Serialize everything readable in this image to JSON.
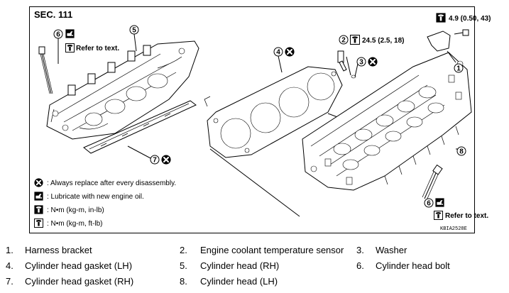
{
  "diagram": {
    "section": "SEC. 111",
    "code": "KBIA2528E",
    "torque_bracket": "4.9 (0.50, 43)",
    "torque_sensor": "24.5 (2.5, 18)",
    "refer_text_top": "Refer to text.",
    "refer_text_bottom": "Refer to text.",
    "callouts": [
      "1",
      "2",
      "3",
      "4",
      "5",
      "6",
      "7",
      "8",
      "6"
    ]
  },
  "legend": [
    {
      "icon": "replace-x-icon",
      "text": ": Always replace after every disassembly."
    },
    {
      "icon": "oil-can-icon",
      "text": ": Lubricate with new engine oil."
    },
    {
      "icon": "torque-wrench-inlb-icon",
      "text": ": N•m (kg-m, in-lb)"
    },
    {
      "icon": "torque-wrench-ftlb-icon",
      "text": ": N•m (kg-m, ft-lb)"
    }
  ],
  "parts": [
    {
      "num": "1.",
      "name": "Harness bracket"
    },
    {
      "num": "2.",
      "name": "Engine coolant temperature sensor"
    },
    {
      "num": "3.",
      "name": "Washer"
    },
    {
      "num": "4.",
      "name": "Cylinder head gasket (LH)"
    },
    {
      "num": "5.",
      "name": "Cylinder head (RH)"
    },
    {
      "num": "6.",
      "name": "Cylinder head bolt"
    },
    {
      "num": "7.",
      "name": "Cylinder head gasket (RH)"
    },
    {
      "num": "8.",
      "name": "Cylinder head (LH)"
    }
  ]
}
